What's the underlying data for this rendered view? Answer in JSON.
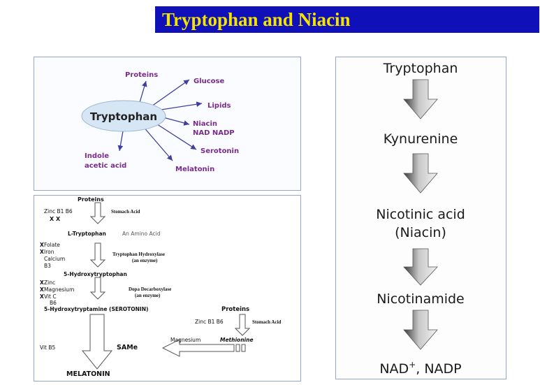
{
  "title": "Tryptophan and Niacin",
  "diagram_a": {
    "center": "Tryptophan",
    "proteins": "Proteins",
    "glucose": "Glucose",
    "lipids": "Lipids",
    "niacin1": "Niacin",
    "niacin2": "NAD NADP",
    "serotonin": "Serotonin",
    "melatonin": "Melatonin",
    "indole1": "Indole",
    "indole2": "acetic acid"
  },
  "diagram_b": {
    "proteins": "Proteins",
    "cof1": "Zinc B1  B6",
    "cof1_x": "X    X",
    "stomach1": "Stomach Acid",
    "ltryp": "L-Tryptophan",
    "amino": "An Amino Acid",
    "folate": "Folate",
    "iron": "Iron",
    "calcium": "Calcium",
    "b3": "B3",
    "tph1": "Tryptophan Hydroxylase",
    "tph2": "(an enzyme)",
    "htp": "5-Hydroxytryptophan",
    "zinc": "Zinc",
    "magnesium": "Magnesium",
    "vitc": "Vit C",
    "b6": "B6",
    "ddc1": "Dopa Decarboxylase",
    "ddc2": "(an enzyme)",
    "serotonin": "5-Hydroxytryptamine (SEROTONIN)",
    "proteins2": "Proteins",
    "cof2": "Zinc B1 B6",
    "stomach2": "Stomach Acid",
    "magnesium2": "Magnesium",
    "methionine": "Methionine",
    "vitb5": "Vit B5",
    "same": "SAMe",
    "melatonin": "MELATONIN",
    "x_mark": "X"
  },
  "diagram_c": {
    "steps": [
      "Tryptophan",
      "Kynurenine",
      "Nicotinic acid",
      "(Niacin)",
      "Nicotinamide"
    ],
    "last_a": "NAD",
    "last_sup": "+",
    "last_b": ", NADP"
  },
  "colors": {
    "title_bg": "#1010b8",
    "title_fg": "#f5e400",
    "purple_text": "#7a2a8c",
    "arrow_blue": "#3f3f9f",
    "ellipse_fill": "#d6e6f4"
  }
}
